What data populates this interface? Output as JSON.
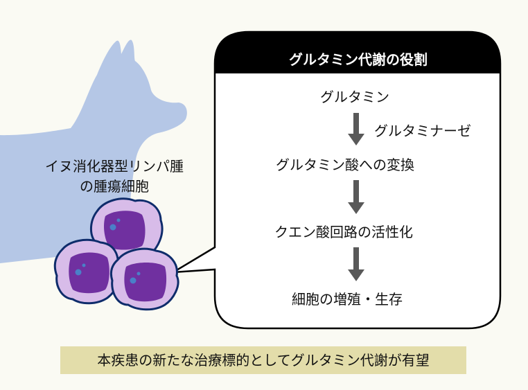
{
  "panel": {
    "title": "グルタミン代謝の役割",
    "steps": [
      "グルタミン",
      "グルタミン酸への変換",
      "クエン酸回路の活性化",
      "細胞の増殖・生存"
    ],
    "enzyme_label": "グルタミナーゼ"
  },
  "subject": {
    "label_line1": "イヌ消化器型リンパ腫",
    "label_line2": "の腫瘍細胞",
    "silhouette_icon": "dog-silhouette-icon",
    "cells_icon": "tumor-cells-icon"
  },
  "footer": {
    "text": "本疾患の新たな治療標的としてグルタミン代謝が有望"
  },
  "colors": {
    "background": "#fafaf3",
    "dog": "#b5c7e6",
    "cell_cytoplasm": "#d8bce9",
    "cell_nucleus": "#7030a0",
    "cell_outline": "#0e2c6b",
    "nucleolus": "#4a80c8",
    "arrow": "#595959",
    "footer_bg": "#e3ddaa"
  }
}
